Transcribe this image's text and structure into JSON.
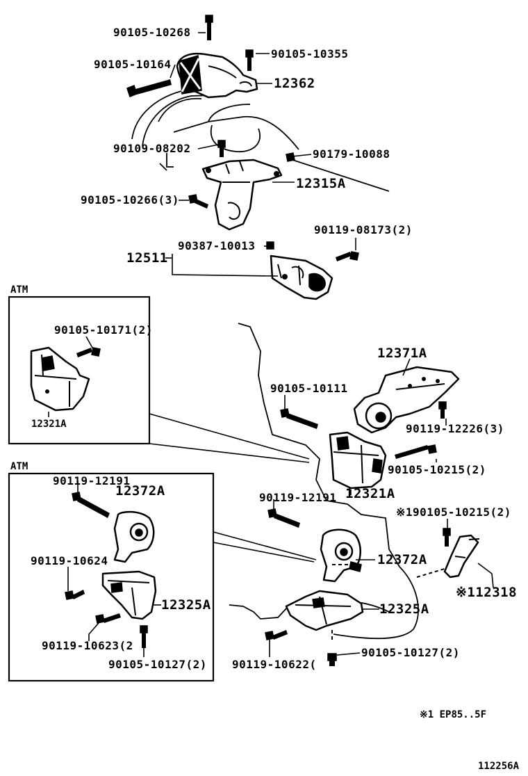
{
  "labels": {
    "p_90105_10268": "90105-10268",
    "p_90105_10355": "90105-10355",
    "p_90105_10164": "90105-10164",
    "p_12362": "12362",
    "p_90109_08202": "90109-08202",
    "p_90179_10088": "90179-10088",
    "p_12315A": "12315A",
    "p_90105_10266": "90105-10266(3)",
    "p_90119_08173": "90119-08173(2)",
    "p_90387_10013": "90387-10013",
    "p_12511": "12511",
    "p_90105_10171": "90105-10171(2)",
    "p_12321A_box": "12321A",
    "p_12371A": "12371A",
    "p_90105_10111": "90105-10111",
    "p_90119_12226": "90119-12226(3)",
    "p_90105_10215": "90105-10215(2)",
    "p_12321A": "12321A",
    "p_90119_12191_box": "90119-12191",
    "p_12372A_box": "12372A",
    "p_90119_12191": "90119-12191",
    "p_x1_90105_10215": "※190105-10215(2)",
    "p_90119_10624": "90119-10624",
    "p_12372A": "12372A",
    "p_x1_12318": "※112318",
    "p_12325A_box": "12325A",
    "p_12325A": "12325A",
    "p_90119_10623": "90119-10623(2",
    "p_90105_10127_box": "90105-10127(2)",
    "p_90105_10127": "90105-10127(2)",
    "p_90119_10622": "90119-10622(",
    "atm_box1_title": "ATM",
    "atm_box2_title": "ATM"
  },
  "footnote": "※1  EP85..5F",
  "figure_id": "112256A",
  "colors": {
    "ink": "#000000",
    "paper": "#ffffff"
  },
  "icon_names": [
    "hex-bolt-icon",
    "engine-mount-icon",
    "bracket-icon"
  ]
}
